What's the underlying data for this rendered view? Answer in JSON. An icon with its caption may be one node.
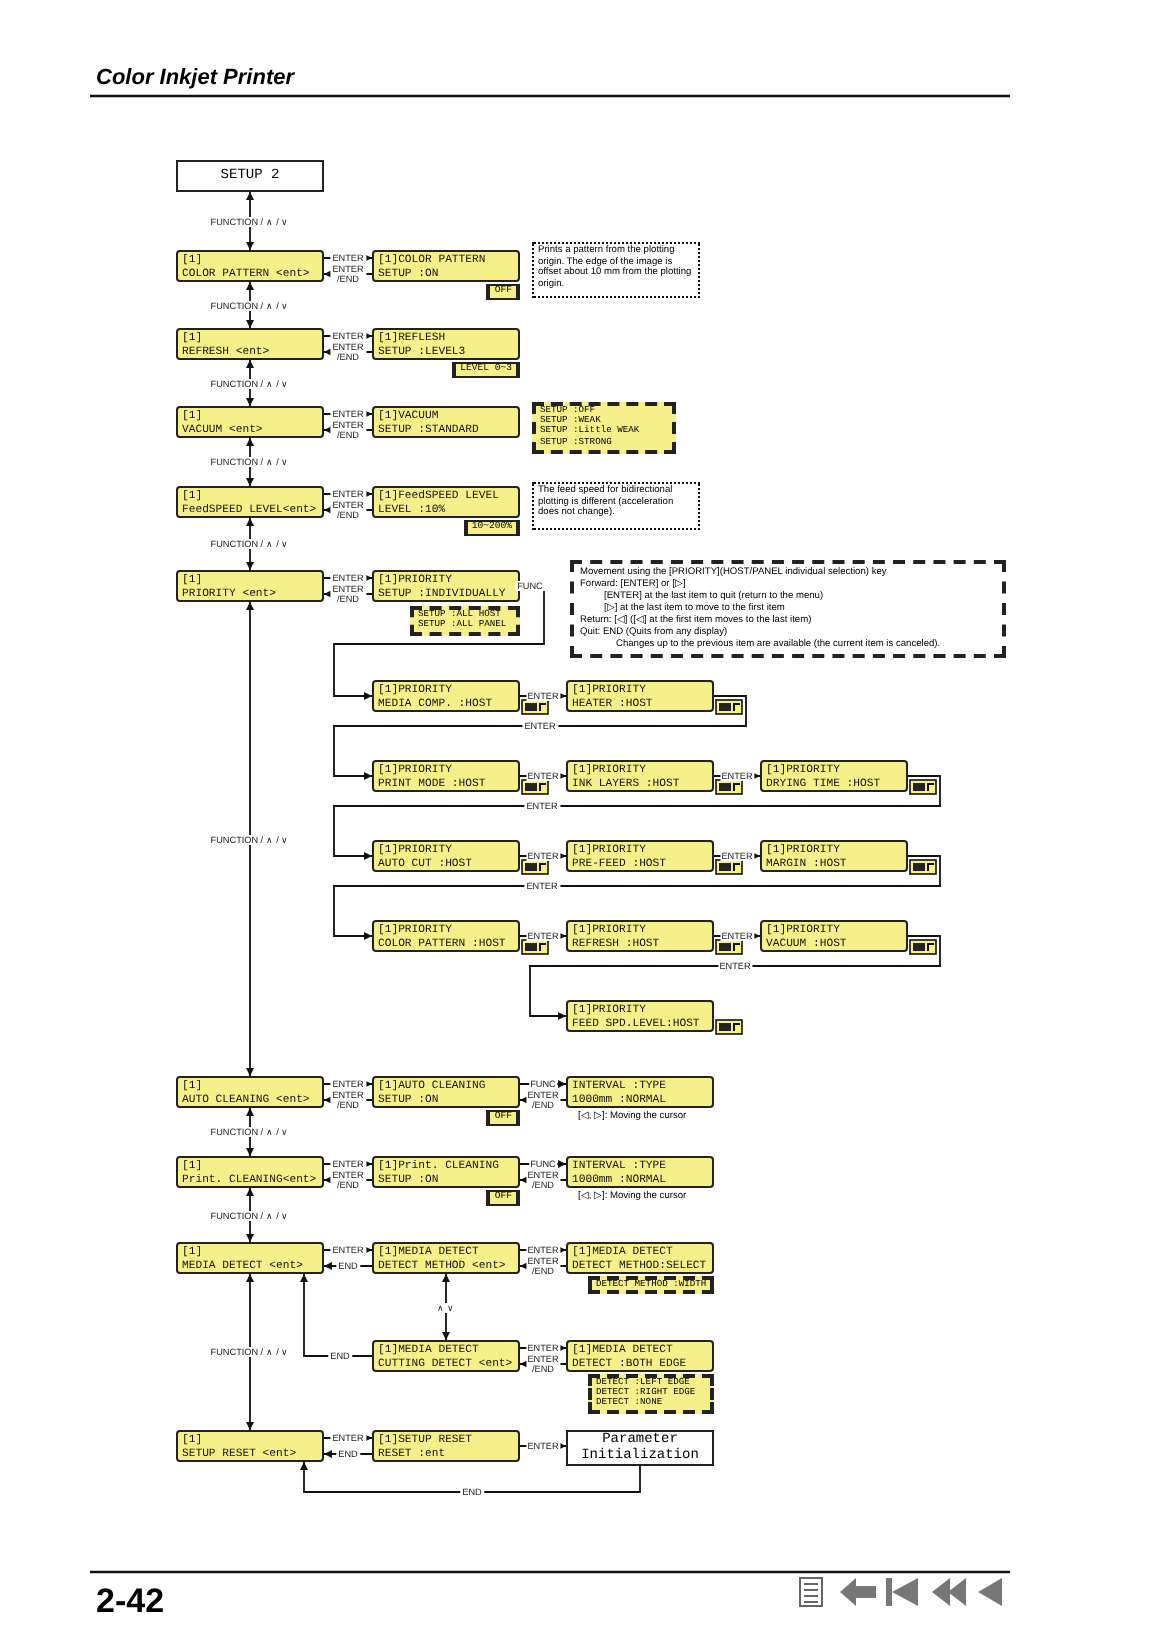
{
  "diagram": {
    "nodes": [
      {
        "text": [
          "SETUP 2"
        ]
      },
      {
        "text": [
          "[1]",
          "COLOR PATTERN <ent>"
        ]
      },
      {
        "text": [
          "[1]COLOR PATTERN",
          "SETUP :ON"
        ],
        "beside": [
          "OFF"
        ]
      },
      {
        "text": [
          "Prints a pattern from the plotting origin. The edge of the image is offset about 10 mm from the plotting origin."
        ]
      },
      {
        "text": [
          "[1]",
          "REFRESH <ent>"
        ]
      },
      {
        "text": [
          "[1]REFLESH",
          "SETUP :LEVEL3"
        ],
        "beside": [
          "LEVEL 0~3"
        ]
      },
      {
        "text": [
          "[1]",
          "VACUUM <ent>"
        ]
      },
      {
        "text": [
          "[1]VACUUM",
          "SETUP :STANDARD"
        ]
      },
      {
        "text": [
          "SETUP :OFF",
          "SETUP :WEAK",
          "SETUP :Little WEAK",
          "SETUP :STRONG"
        ]
      },
      {
        "text": [
          "[1]",
          "FeedSPEED LEVEL<ent>"
        ]
      },
      {
        "text": [
          "[1]FeedSPEED LEVEL",
          "LEVEL :10%"
        ],
        "beside": [
          "10~200%"
        ]
      },
      {
        "text": [
          "The feed speed for bidirectional plotting is different (acceleration does not change)."
        ]
      },
      {
        "text": [
          "[1]",
          "PRIORITY <ent>"
        ]
      },
      {
        "text": [
          "[1]PRIORITY",
          "SETUP :INDIVIDUALLY"
        ]
      },
      {
        "text": [
          "SETUP :ALL HOST",
          "SETUP :ALL PANEL"
        ]
      },
      {
        "text": [
          "Movement using the [PRIORITY](HOST/PANEL individual selection) key",
          "Forward: [ENTER] or [▷]",
          "[ENTER] at the last item to quit (return to the menu)",
          "[▷] at the last item to move to the first item",
          "Return: [◁] ([◁] at the first item moves to the last item)",
          "Quit: END (Quits from any display)",
          "Changes up to the previous item are available (the current item is canceled)."
        ]
      },
      {
        "text": [
          "[1]PRIORITY",
          "MEDIA COMP. :HOST"
        ]
      },
      {
        "text": [
          "[1]PRIORITY",
          "HEATER :HOST"
        ]
      },
      {
        "text": [
          "[1]PRIORITY",
          "PRINT MODE :HOST"
        ]
      },
      {
        "text": [
          "[1]PRIORITY",
          "INK LAYERS :HOST"
        ]
      },
      {
        "text": [
          "[1]PRIORITY",
          "DRYING TIME :HOST"
        ]
      },
      {
        "text": [
          "[1]PRIORITY",
          "AUTO CUT :HOST"
        ]
      },
      {
        "text": [
          "[1]PRIORITY",
          "PRE-FEED :HOST"
        ]
      },
      {
        "text": [
          "[1]PRIORITY",
          "MARGIN :HOST"
        ]
      },
      {
        "text": [
          "[1]PRIORITY",
          "COLOR PATTERN :HOST"
        ]
      },
      {
        "text": [
          "[1]PRIORITY",
          "REFRESH :HOST"
        ]
      },
      {
        "text": [
          "[1]PRIORITY",
          "VACUUM :HOST"
        ]
      },
      {
        "text": [
          "[1]PRIORITY",
          "FEED SPD.LEVEL:HOST"
        ]
      },
      {
        "text": [
          "[1]",
          "AUTO CLEANING <ent>"
        ]
      },
      {
        "text": [
          "[1]AUTO CLEANING",
          "SETUP :ON"
        ],
        "beside": [
          "OFF"
        ]
      },
      {
        "text": [
          "INTERVAL :TYPE",
          "1000mm :NORMAL"
        ],
        "beside": [
          "[◁, ▷]: Moving the cursor"
        ]
      },
      {
        "text": [
          "[1]",
          "Print. CLEANING<ent>"
        ]
      },
      {
        "text": [
          "[1]Print. CLEANING",
          "SETUP :ON"
        ],
        "beside": [
          "OFF"
        ]
      },
      {
        "text": [
          "INTERVAL :TYPE",
          "1000mm :NORMAL"
        ],
        "beside": [
          "[◁, ▷]: Moving the cursor"
        ]
      },
      {
        "text": [
          "[1]",
          "MEDIA DETECT <ent>"
        ]
      },
      {
        "text": [
          "[1]MEDIA DETECT",
          "DETECT METHOD <ent>"
        ]
      },
      {
        "text": [
          "[1]MEDIA DETECT",
          "DETECT METHOD:SELECT"
        ]
      },
      {
        "text": [
          "DETECT METHOD :WIDTH"
        ]
      },
      {
        "text": [
          "[1]MEDIA DETECT",
          "CUTTING DETECT <ent>"
        ]
      },
      {
        "text": [
          "[1]MEDIA DETECT",
          "DETECT :BOTH EDGE"
        ]
      },
      {
        "text": [
          "DETECT :LEFT EDGE",
          "DETECT :RIGHT EDGE",
          "DETECT :NONE"
        ]
      },
      {
        "text": [
          "[1]",
          "SETUP RESET <ent>"
        ]
      },
      {
        "text": [
          "[1]SETUP RESET",
          "RESET :ent"
        ]
      },
      {
        "text": [
          "Parameter Initialization"
        ]
      }
    ],
    "edges": [
      {
        "from": 0,
        "to": 1,
        "arrow": "both",
        "label": "FUNCTION / ∧ / ∨"
      },
      {
        "from": 1,
        "to": 4,
        "arrow": "both",
        "label": "FUNCTION / ∧ / ∨"
      },
      {
        "from": 4,
        "to": 6,
        "arrow": "both",
        "label": "FUNCTION / ∧ / ∨"
      },
      {
        "from": 6,
        "to": 9,
        "arrow": "both",
        "label": "FUNCTION / ∧ / ∨"
      },
      {
        "from": 9,
        "to": 12,
        "arrow": "both",
        "label": "FUNCTION / ∧ / ∨"
      },
      {
        "from": 12,
        "to": 28,
        "arrow": "both",
        "label": "FUNCTION / ∧ / ∨"
      },
      {
        "from": 28,
        "to": 31,
        "arrow": "both",
        "label": "FUNCTION / ∧ / ∨"
      },
      {
        "from": 31,
        "to": 34,
        "arrow": "both",
        "label": "FUNCTION / ∧ / ∨"
      },
      {
        "from": 34,
        "to": 41,
        "arrow": "both",
        "label": "FUNCTION / ∧ / ∨"
      },
      {
        "from": 1,
        "to": 2,
        "arrow": "to",
        "label": "ENTER"
      },
      {
        "from": 2,
        "to": 1,
        "arrow": "to",
        "label": "ENTER /END"
      },
      {
        "from": 4,
        "to": 5,
        "arrow": "to",
        "label": "ENTER"
      },
      {
        "from": 5,
        "to": 4,
        "arrow": "to",
        "label": "ENTER /END"
      },
      {
        "from": 6,
        "to": 7,
        "arrow": "to",
        "label": "ENTER"
      },
      {
        "from": 7,
        "to": 6,
        "arrow": "to",
        "label": "ENTER /END"
      },
      {
        "from": 9,
        "to": 10,
        "arrow": "to",
        "label": "ENTER"
      },
      {
        "from": 10,
        "to": 9,
        "arrow": "to",
        "label": "ENTER /END"
      },
      {
        "from": 12,
        "to": 13,
        "arrow": "to",
        "label": "ENTER"
      },
      {
        "from": 13,
        "to": 12,
        "arrow": "to",
        "label": "ENTER /END"
      },
      {
        "from": 13,
        "to": 16,
        "arrow": "to",
        "label": "FUNC"
      },
      {
        "from": 16,
        "to": 17,
        "arrow": "to",
        "label": "ENTER"
      },
      {
        "from": 17,
        "to": 18,
        "arrow": "to",
        "label": "ENTER"
      },
      {
        "from": 18,
        "to": 19,
        "arrow": "to",
        "label": "ENTER"
      },
      {
        "from": 19,
        "to": 20,
        "arrow": "to",
        "label": "ENTER"
      },
      {
        "from": 20,
        "to": 21,
        "arrow": "to",
        "label": "ENTER"
      },
      {
        "from": 21,
        "to": 22,
        "arrow": "to",
        "label": "ENTER"
      },
      {
        "from": 22,
        "to": 23,
        "arrow": "to",
        "label": "ENTER"
      },
      {
        "from": 23,
        "to": 24,
        "arrow": "to",
        "label": "ENTER"
      },
      {
        "from": 24,
        "to": 25,
        "arrow": "to",
        "label": "ENTER"
      },
      {
        "from": 25,
        "to": 26,
        "arrow": "to",
        "label": "ENTER"
      },
      {
        "from": 26,
        "to": 27,
        "arrow": "to",
        "label": "ENTER"
      },
      {
        "from": 28,
        "to": 29,
        "arrow": "to",
        "label": "ENTER"
      },
      {
        "from": 29,
        "to": 28,
        "arrow": "to",
        "label": "ENTER /END"
      },
      {
        "from": 29,
        "to": 30,
        "arrow": "to",
        "label": "FUNC"
      },
      {
        "from": 30,
        "to": 29,
        "arrow": "to",
        "label": "ENTER /END"
      },
      {
        "from": 31,
        "to": 32,
        "arrow": "to",
        "label": "ENTER"
      },
      {
        "from": 32,
        "to": 31,
        "arrow": "to",
        "label": "ENTER /END"
      },
      {
        "from": 32,
        "to": 33,
        "arrow": "to",
        "label": "FUNC"
      },
      {
        "from": 33,
        "to": 32,
        "arrow": "to",
        "label": "ENTER /END"
      },
      {
        "from": 34,
        "to": 35,
        "arrow": "to",
        "label": "ENTER"
      },
      {
        "from": 35,
        "to": 34,
        "arrow": "to",
        "label": "END"
      },
      {
        "from": 35,
        "to": 36,
        "arrow": "to",
        "label": "ENTER"
      },
      {
        "from": 36,
        "to": 35,
        "arrow": "to",
        "label": "ENTER /END"
      },
      {
        "from": 35,
        "to": 38,
        "arrow": "both",
        "label": "∧ ∨"
      },
      {
        "from": 38,
        "to": 34,
        "arrow": "to",
        "label": "END"
      },
      {
        "from": 38,
        "to": 39,
        "arrow": "to",
        "label": "ENTER"
      },
      {
        "from": 39,
        "to": 38,
        "arrow": "to",
        "label": "ENTER /END"
      },
      {
        "from": 41,
        "to": 42,
        "arrow": "to",
        "label": "ENTER"
      },
      {
        "from": 42,
        "to": 41,
        "arrow": "to",
        "label": "END"
      },
      {
        "from": 42,
        "to": 43,
        "arrow": "to",
        "label": "ENTER"
      },
      {
        "from": 43,
        "to": 41,
        "arrow": "to",
        "label": "END"
      }
    ],
    "labels": [
      "Color Inkjet Printer",
      "2-42"
    ]
  }
}
